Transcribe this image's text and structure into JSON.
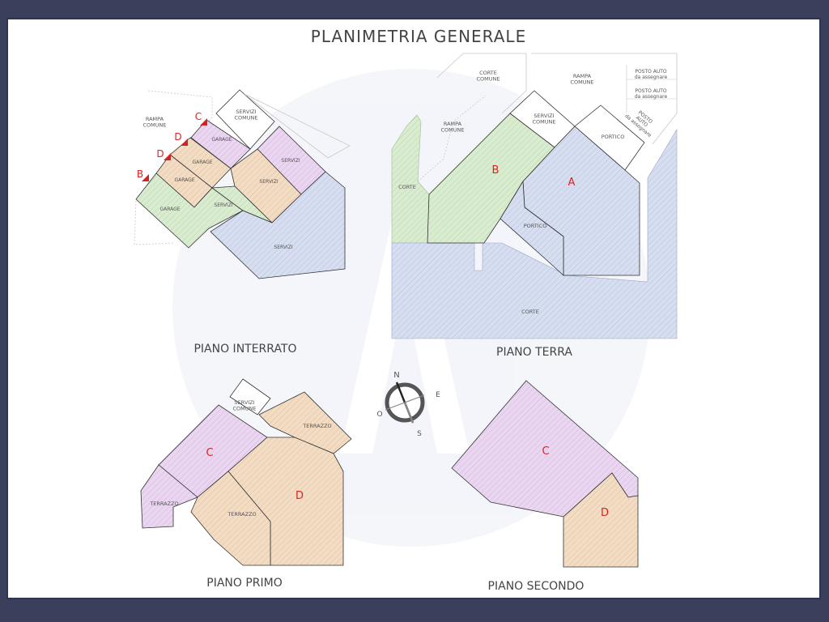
{
  "title": "PLANIMETRIA GENERALE",
  "colors": {
    "frame": "#2c3558",
    "green": "#d9ecd0",
    "blue": "#d6def0",
    "purple": "#ead6f0",
    "orange": "#f3dcc4",
    "arrow": "#d22222",
    "unit_letter": "#d22222"
  },
  "plans": {
    "interrato": {
      "label": "PIANO INTERRATO",
      "rooms": {
        "rampa": "RAMPA\nCOMUNE",
        "servizi_comune": "SERVIZI\nCOMUNE",
        "garage_top": "GARAGE",
        "garage_2": "GARAGE",
        "garage_3": "GARAGE",
        "garage_4": "GARAGE",
        "servizi_purple": "SERVIZI",
        "servizi_orange": "SERVIZI",
        "servizi_green": "SERVIZI",
        "servizi_blue": "SERVIZI"
      },
      "markers": [
        "C",
        "D",
        "D",
        "B"
      ]
    },
    "terra": {
      "label": "PIANO TERRA",
      "rooms": {
        "corte_comune": "CORTE\nCOMUNE",
        "rampa_comune_top": "RAMPA\nCOMUNE",
        "rampa_comune_left": "RAMPA\nCOMUNE",
        "posto_auto_1": "POSTO AUTO\nda assegnare",
        "posto_auto_2": "POSTO AUTO\nda assegnare",
        "posto_auto_3": "POSTO\nAUTO\nda assegnare",
        "servizi_comune": "SERVIZI\nCOMUNE",
        "portico_right": "PORTICO",
        "portico_mid": "PORTICO",
        "corte_left": "CORTE",
        "corte_bottom": "CORTE"
      },
      "units": [
        "B",
        "A"
      ]
    },
    "primo": {
      "label": "PIANO  PRIMO",
      "rooms": {
        "servizi_comune": "SERVIZI\nCOMUNE",
        "terrazzo_top": "TERRAZZO",
        "terrazzo_left": "TERRAZZO",
        "terrazzo_mid": "TERRAZZO"
      },
      "units": [
        "C",
        "D"
      ]
    },
    "secondo": {
      "label": "PIANO SECONDO",
      "units": [
        "C",
        "D"
      ]
    }
  },
  "compass": {
    "n": "N",
    "e": "E",
    "s": "S",
    "o": "O"
  }
}
